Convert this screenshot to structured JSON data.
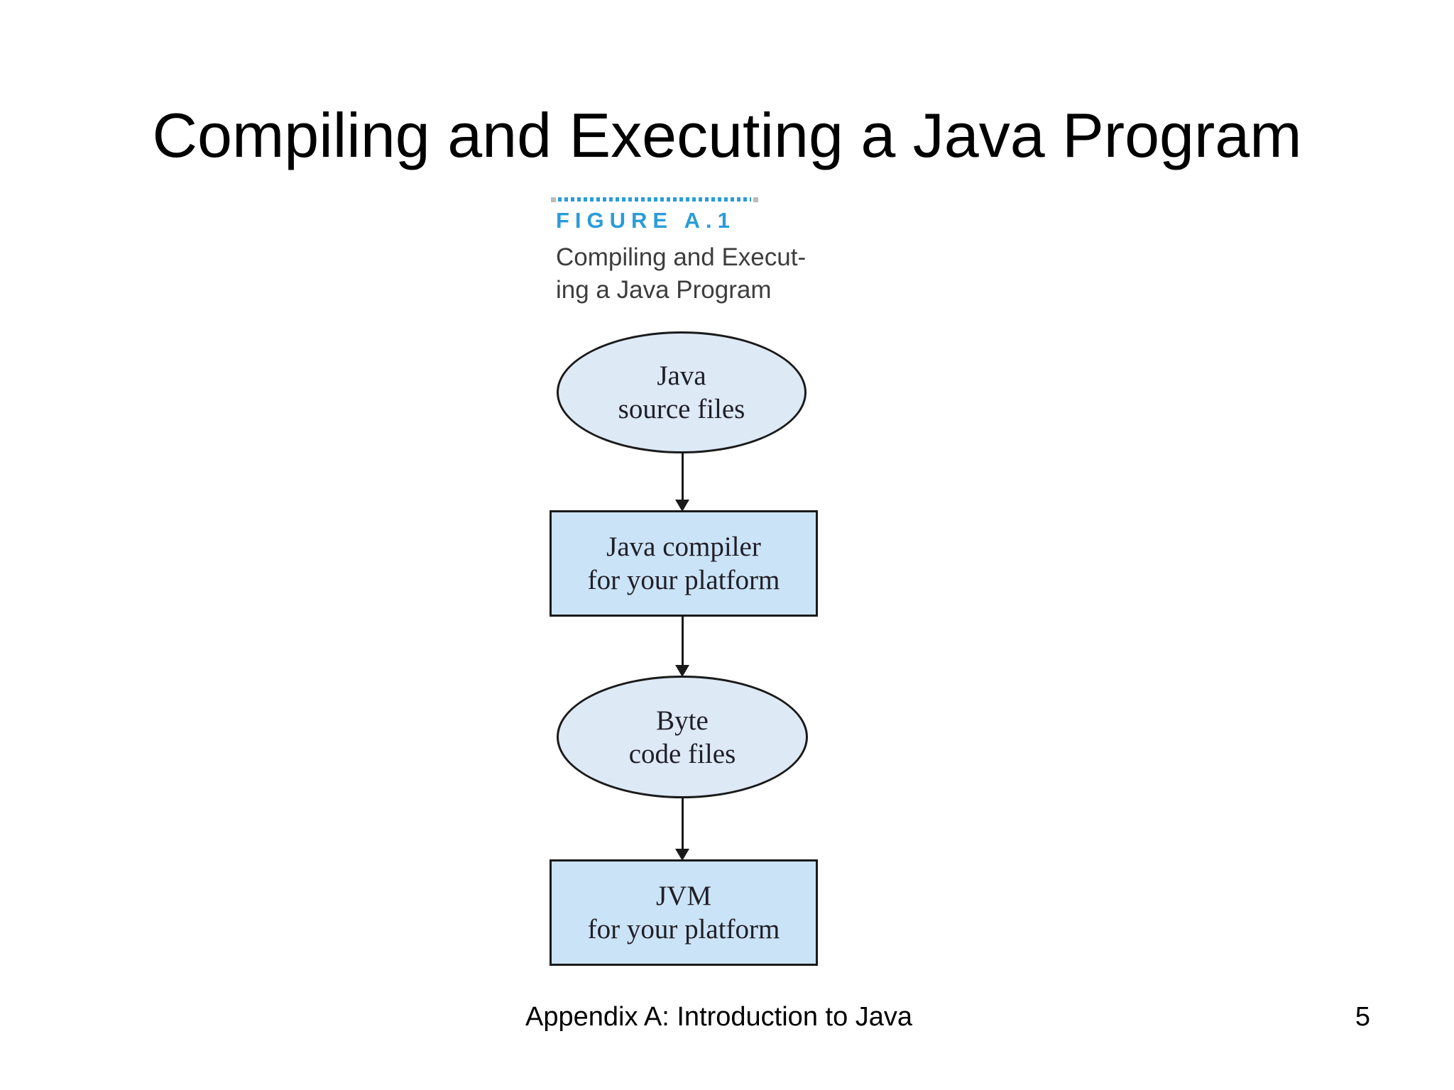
{
  "slide": {
    "title": "Compiling and Executing a Java Program",
    "footer": {
      "text": "Appendix A: Introduction to Java",
      "page_number": "5"
    }
  },
  "figure": {
    "label": "FIGURE A.1",
    "caption_line1": "Compiling and Execut-",
    "caption_line2": "ing a Java Program",
    "accent_color": "#2b9cd8",
    "caption_color": "#3d3d3d"
  },
  "diagram": {
    "border_color": "#1a1a1a",
    "ellipse_fill": "#dde9f5",
    "rect_fill": "#cbe3f6",
    "nodes": [
      {
        "shape": "ellipse",
        "line1": "Java",
        "line2": "source files"
      },
      {
        "shape": "rect",
        "line1": "Java compiler",
        "line2": "for your platform"
      },
      {
        "shape": "ellipse",
        "line1": "Byte",
        "line2": "code files"
      },
      {
        "shape": "rect",
        "line1": "JVM",
        "line2": "for your platform"
      }
    ],
    "flow": [
      "Java source files",
      "Java compiler for your platform",
      "Byte code files",
      "JVM for your platform"
    ]
  }
}
